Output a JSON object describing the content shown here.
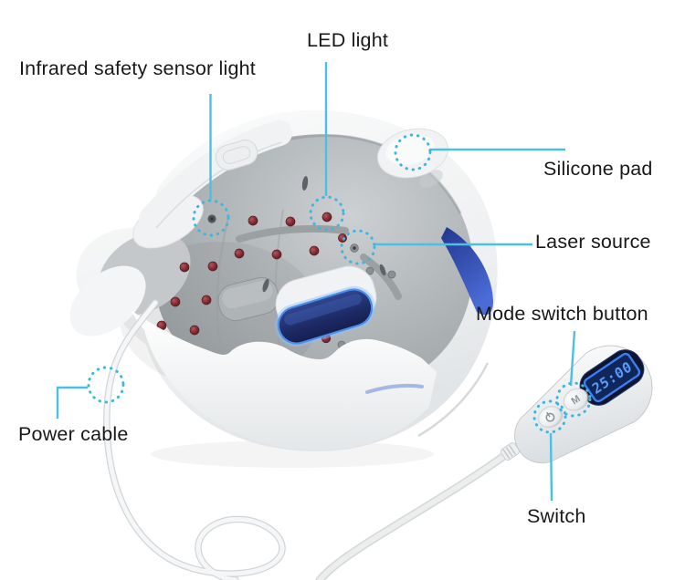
{
  "diagram": {
    "background": "#ffffff",
    "annotations": [
      {
        "id": "infrared-safety-sensor-light",
        "label": "Infrared safety sensor light"
      },
      {
        "id": "led-light",
        "label": "LED light"
      },
      {
        "id": "silicone-pad",
        "label": "Silicone pad"
      },
      {
        "id": "laser-source",
        "label": "Laser source"
      },
      {
        "id": "mode-switch-button",
        "label": "Mode switch button"
      },
      {
        "id": "power-cable",
        "label": "Power cable"
      },
      {
        "id": "switch",
        "label": "Switch"
      }
    ]
  },
  "remote": {
    "display_value": "25:00",
    "mode_button_label": "M"
  },
  "colors": {
    "callout_line": "#4cc0e4",
    "dotted_circle": "#3fb6dd",
    "label_text": "#191919",
    "laser_dot": "#7e2a33",
    "lcd_background": "#0c1531",
    "lcd_digits": "#5b9bf8",
    "blue_accent": "#3a55c0",
    "helmet_interior": "#b0b5b8",
    "helmet_shell": "#f4f5f6"
  }
}
